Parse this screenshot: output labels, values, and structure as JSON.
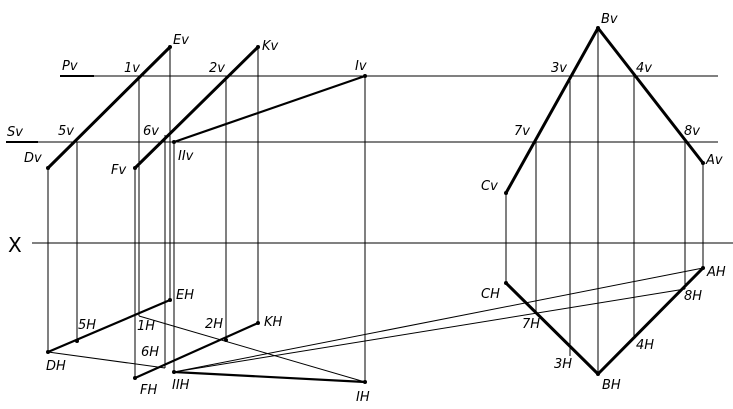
{
  "diagram": {
    "axis_label": "X",
    "plane_labels": {
      "p": "Pv",
      "s": "Sv"
    },
    "points": {
      "Ev": "Ev",
      "Kv": "Kv",
      "Iv": "Iv",
      "Bv": "Bv",
      "1v": "1v",
      "2v": "2v",
      "3v": "3v",
      "4v": "4v",
      "5v": "5v",
      "6v": "6v",
      "7v": "7v",
      "8v": "8v",
      "Dv": "Dv",
      "Fv": "Fv",
      "IIv": "IIv",
      "Cv": "Cv",
      "Av": "Av",
      "EH": "EH",
      "KH": "KH",
      "5H": "5H",
      "1H": "1H",
      "2H": "2H",
      "6H": "6H",
      "DH": "DH",
      "FH": "FH",
      "IIH": "IIH",
      "IH": "IH",
      "CH": "CH",
      "7H": "7H",
      "3H": "3H",
      "BH": "BH",
      "4H": "4H",
      "8H": "8H",
      "AH": "AH"
    }
  }
}
